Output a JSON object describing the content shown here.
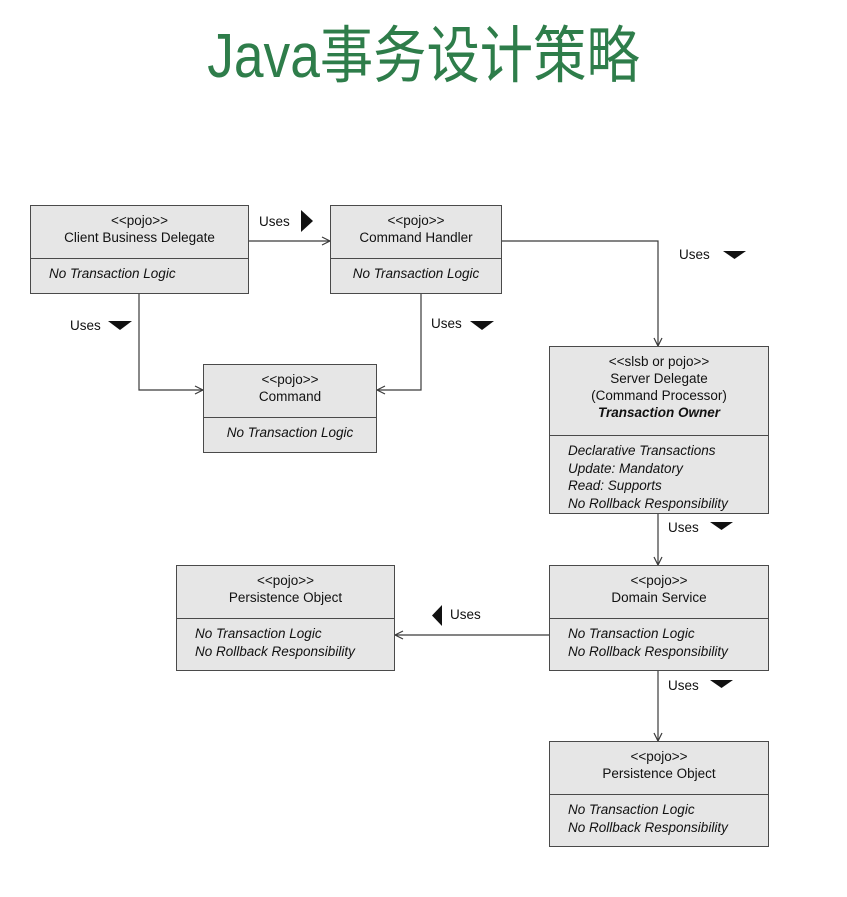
{
  "title": "Java事务设计策略",
  "colors": {
    "title": "#2e7d4a",
    "box_fill": "#e6e6e6",
    "border": "#4a4a4a",
    "line": "#3a3a3a"
  },
  "boxes": {
    "client_business_delegate": {
      "stereotype": "<<pojo>>",
      "name": "Client Business Delegate",
      "notes": [
        "No Transaction Logic"
      ]
    },
    "command_handler": {
      "stereotype": "<<pojo>>",
      "name": "Command Handler",
      "notes": [
        "No Transaction Logic"
      ]
    },
    "command": {
      "stereotype": "<<pojo>>",
      "name": "Command",
      "notes": [
        "No Transaction Logic"
      ]
    },
    "server_delegate": {
      "stereotype": "<<slsb or pojo>>",
      "name": "Server Delegate",
      "subname": "(Command Processor)",
      "role": "Transaction Owner",
      "notes": [
        "Declarative Transactions",
        "Update: Mandatory",
        "Read: Supports",
        "No Rollback Responsibility"
      ]
    },
    "domain_service": {
      "stereotype": "<<pojo>>",
      "name": "Domain Service",
      "notes": [
        "No Transaction Logic",
        "No Rollback Responsibility"
      ]
    },
    "persistence_object_left": {
      "stereotype": "<<pojo>>",
      "name": "Persistence Object",
      "notes": [
        "No Transaction Logic",
        "No Rollback Responsibility"
      ]
    },
    "persistence_object_bottom": {
      "stereotype": "<<pojo>>",
      "name": "Persistence Object",
      "notes": [
        "No Transaction Logic",
        "No Rollback Responsibility"
      ]
    }
  },
  "labels": {
    "uses_client_to_handler": "Uses",
    "uses_handler_to_server": "Uses",
    "uses_client_to_command": "Uses",
    "uses_handler_to_command": "Uses",
    "uses_server_to_domain": "Uses",
    "uses_domain_to_persistence_left": "Uses",
    "uses_domain_to_persistence_bottom": "Uses"
  }
}
